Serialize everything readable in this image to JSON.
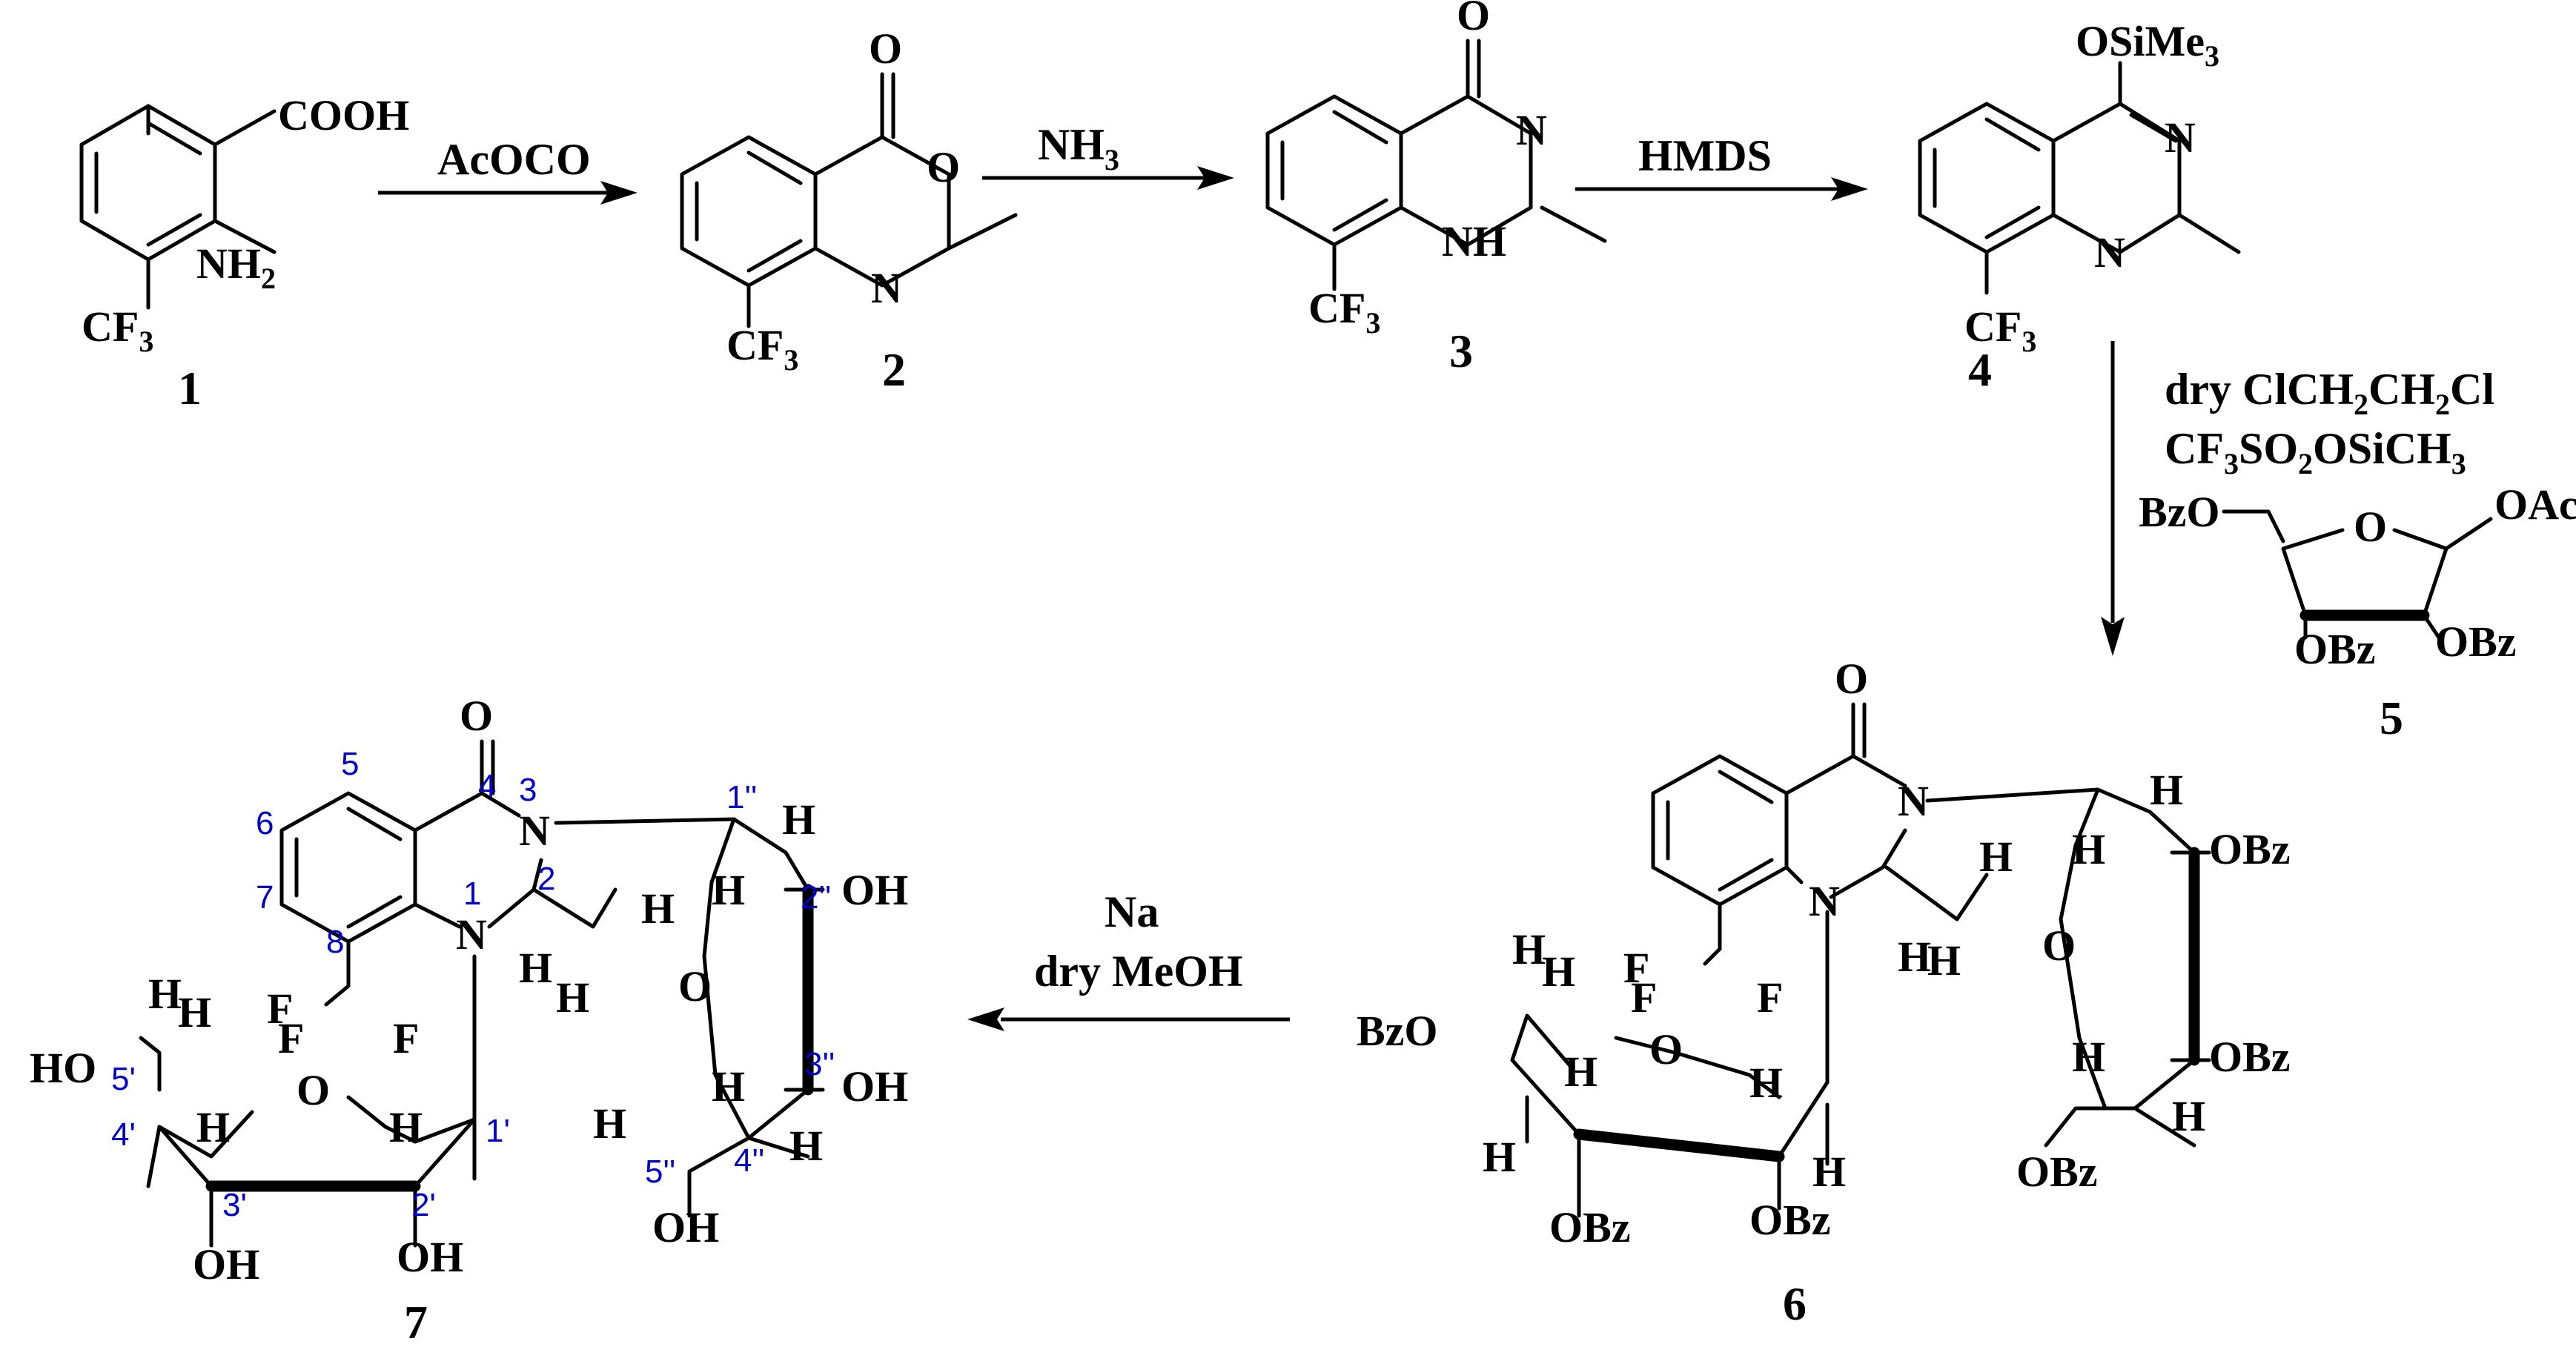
{
  "compounds": {
    "c1": {
      "number": "1",
      "substituents": [
        "COOH",
        "NH2",
        "CF3"
      ]
    },
    "c2": {
      "number": "2",
      "atoms": [
        "O",
        "O",
        "N",
        "CF3"
      ]
    },
    "c3": {
      "number": "3",
      "atoms": [
        "O",
        "N",
        "NH",
        "CF3"
      ]
    },
    "c4": {
      "number": "4",
      "atoms": [
        "OSiMe3",
        "N",
        "N",
        "CF3"
      ]
    },
    "c5": {
      "number": "5",
      "substituents": [
        "BzO",
        "O",
        "OAc",
        "OBz",
        "OBz"
      ]
    },
    "c6": {
      "number": "6"
    },
    "c7": {
      "number": "7"
    }
  },
  "reagents": {
    "r1": "AcOCO",
    "r2": "NH3",
    "r3": "HMDS",
    "r4_line1": "dry  ClCH2CH2Cl",
    "r4_line2": "CF3SO2OSiCH3",
    "r5_line1": "Na",
    "r5_line2": "dry MeOH"
  },
  "atom_labels_6": [
    "O",
    "N",
    "N",
    "H",
    "H",
    "H",
    "F",
    "F",
    "F",
    "BzO",
    "O",
    "H",
    "H",
    "H",
    "H",
    "H",
    "OBz",
    "OBz",
    "H",
    "H",
    "OBz",
    "O",
    "H",
    "OBz",
    "H",
    "H",
    "OBz"
  ],
  "atom_labels_7": [
    "O",
    "N",
    "N",
    "H",
    "H",
    "H",
    "F",
    "F",
    "F",
    "HO",
    "O",
    "H",
    "H",
    "H",
    "H",
    "OH",
    "OH",
    "H",
    "OH",
    "O",
    "H",
    "OH",
    "H",
    "H",
    "H",
    "OH"
  ],
  "numbering_7": [
    "5",
    "4",
    "3",
    "6",
    "2",
    "1",
    "7",
    "8",
    "1''",
    "2''",
    "3''",
    "4''",
    "5''",
    "5'",
    "4'",
    "3'",
    "2'",
    "1'"
  ]
}
